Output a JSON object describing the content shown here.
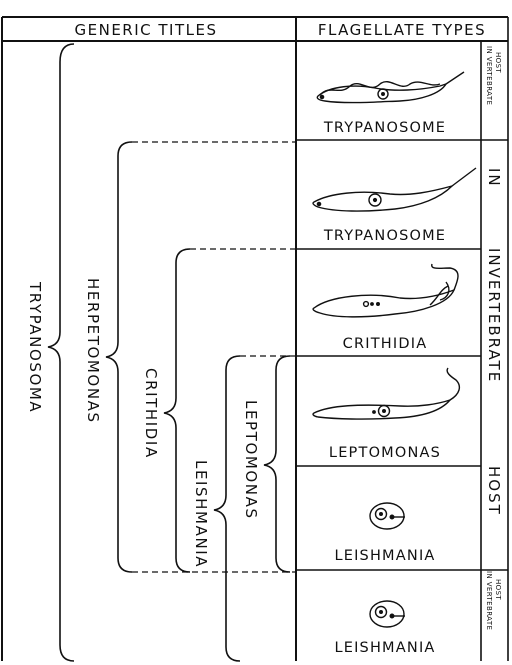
{
  "headers": {
    "generic_titles": "GENERIC TITLES",
    "flagellate_types": "FLAGELLATE TYPES"
  },
  "flagellate_rows": [
    {
      "label": "TRYPANOSOME"
    },
    {
      "label": "TRYPANOSOME"
    },
    {
      "label": "CRITHIDIA"
    },
    {
      "label": "LEPTOMONAS"
    },
    {
      "label": "LEISHMANIA"
    },
    {
      "label": "LEISHMANIA"
    }
  ],
  "genera": {
    "trypanosoma": "TRYPANOSOMA",
    "herpetomonas": "HERPETOMONAS",
    "crithidia": "CRITHIDIA",
    "leishmania": "LEISHMANIA",
    "leptomonas": "LEPTOMONAS"
  },
  "host_labels": {
    "top_vertebrate_line1": "IN VERTEBRATE",
    "top_vertebrate_line2": "HOST",
    "invertebrate_in": "IN",
    "invertebrate_word": "INVERTEBRATE",
    "invertebrate_host": "HOST",
    "bottom_vertebrate_line1": "IN VERTEBRATE",
    "bottom_vertebrate_line2": "HOST"
  }
}
